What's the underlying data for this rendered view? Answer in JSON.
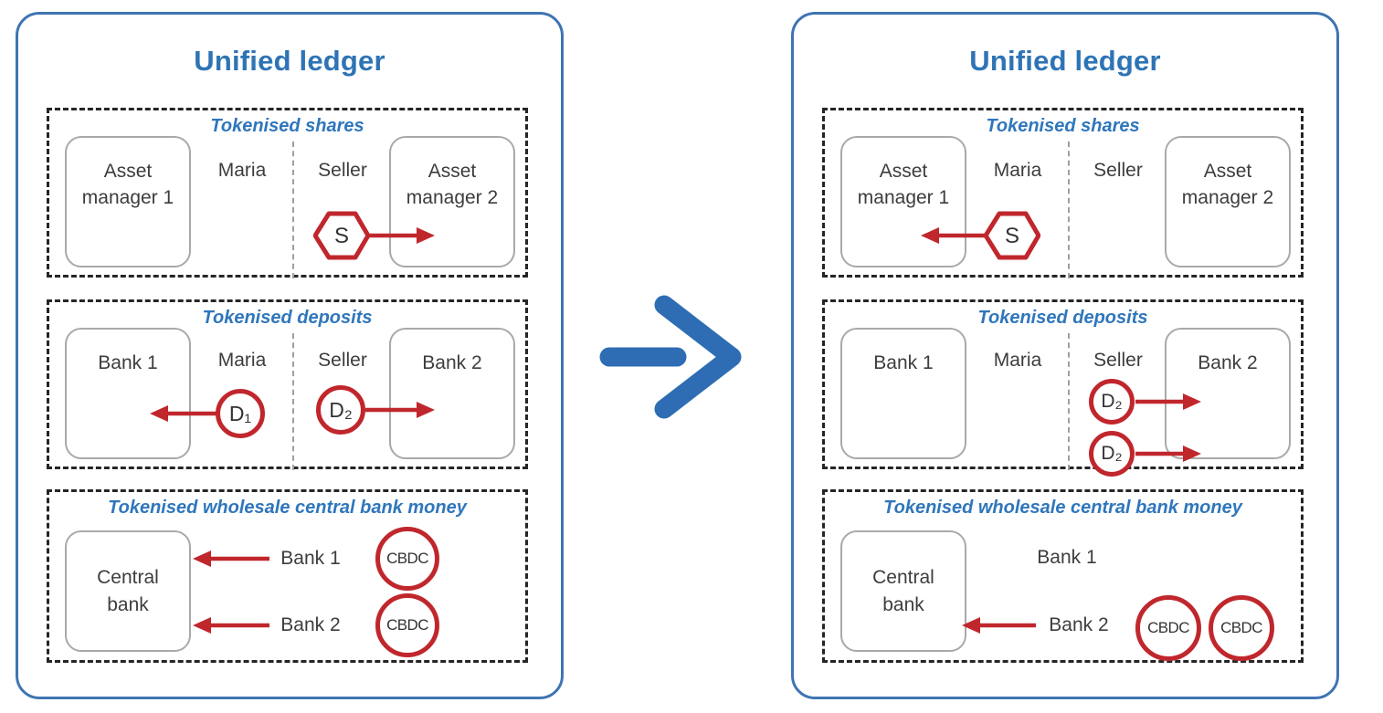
{
  "colors": {
    "accent_blue": "#2E74B5",
    "panel_border_blue": "#3F74B3",
    "token_red": "#C0272D",
    "transform_arrow_blue": "#2E6DB4",
    "entity_border_gray": "#A9A9A9",
    "dashed_border_dark": "#252525",
    "text_dark": "#3D3D3D"
  },
  "transition": {
    "icon": "arrow-right-icon"
  },
  "panels": {
    "left": {
      "title": "Unified ledger",
      "shares": {
        "label": "Tokenised shares",
        "entity_left": "Asset manager 1",
        "entity_right": "Asset manager 2",
        "actor_left": "Maria",
        "actor_right": "Seller",
        "token": "S"
      },
      "deposits": {
        "label": "Tokenised deposits",
        "entity_left": "Bank 1",
        "entity_right": "Bank 2",
        "actor_left": "Maria",
        "actor_right": "Seller",
        "token_maria": "D₁",
        "token_seller": "D₂"
      },
      "cbm": {
        "label": "Tokenised wholesale central bank money",
        "entity": "Central bank",
        "row1_label": "Bank 1",
        "row1_token": "CBDC",
        "row2_label": "Bank 2",
        "row2_token": "CBDC"
      }
    },
    "right": {
      "title": "Unified ledger",
      "shares": {
        "label": "Tokenised shares",
        "entity_left": "Asset manager 1",
        "entity_right": "Asset manager 2",
        "actor_left": "Maria",
        "actor_right": "Seller",
        "token": "S"
      },
      "deposits": {
        "label": "Tokenised deposits",
        "entity_left": "Bank 1",
        "entity_right": "Bank 2",
        "actor_left": "Maria",
        "actor_right": "Seller",
        "token_top": "D₂",
        "token_bottom": "D₂"
      },
      "cbm": {
        "label": "Tokenised wholesale central bank money",
        "entity": "Central bank",
        "bank1_label": "Bank 1",
        "bank2_label": "Bank 2",
        "token1": "CBDC",
        "token2": "CBDC"
      }
    }
  }
}
